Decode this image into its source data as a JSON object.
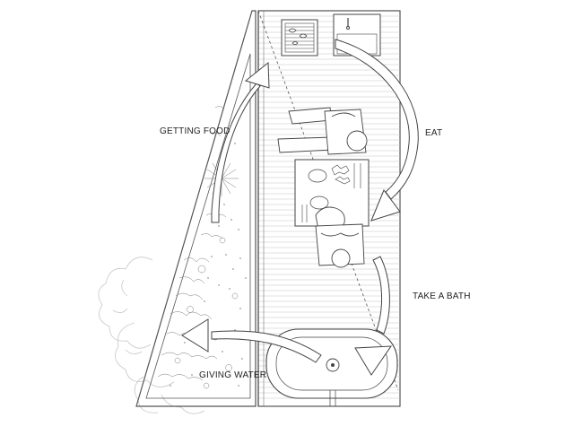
{
  "labels": {
    "getting_food": "GETTING FOOD",
    "eat": "EAT",
    "take_a_bath": "TAKE A BATH",
    "giving_water": "GIVING WATER"
  },
  "colors": {
    "line": "#555555",
    "light_line": "#b5b5b5",
    "arrow": "#444444",
    "text": "#222222",
    "background": "#ffffff"
  }
}
